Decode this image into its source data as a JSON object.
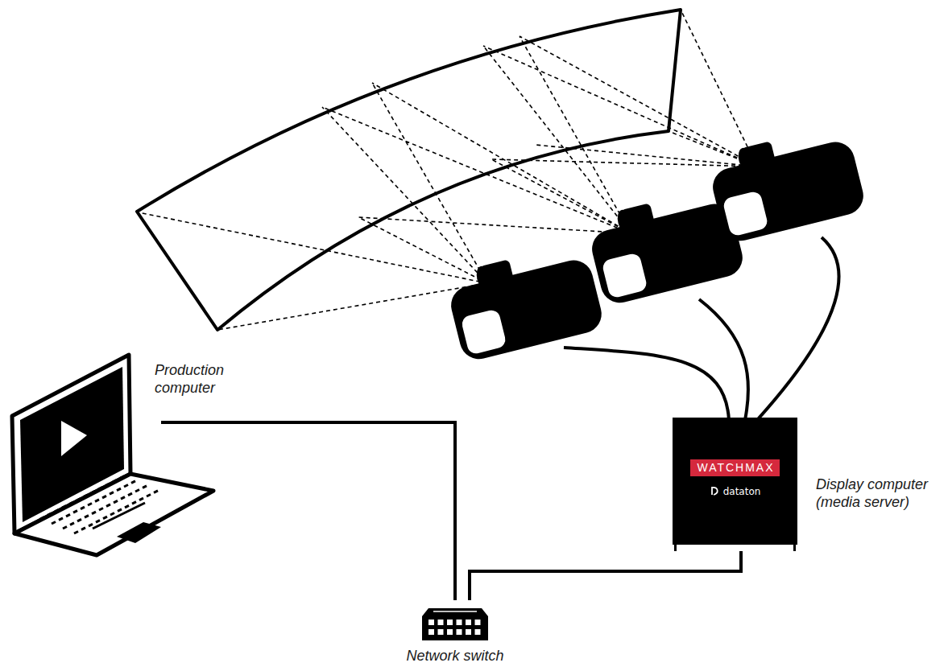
{
  "diagram": {
    "nodes": [
      {
        "text": [
          "Production computer"
        ]
      },
      {
        "text": [
          "Network switch"
        ]
      },
      {
        "text": [
          "WATCHMAX",
          "dataton",
          "Display computer (media server)"
        ]
      }
    ],
    "edges": [
      {
        "from": 0,
        "to": 1,
        "arrow": "none"
      },
      {
        "from": 1,
        "to": 2,
        "arrow": "none"
      }
    ]
  }
}
